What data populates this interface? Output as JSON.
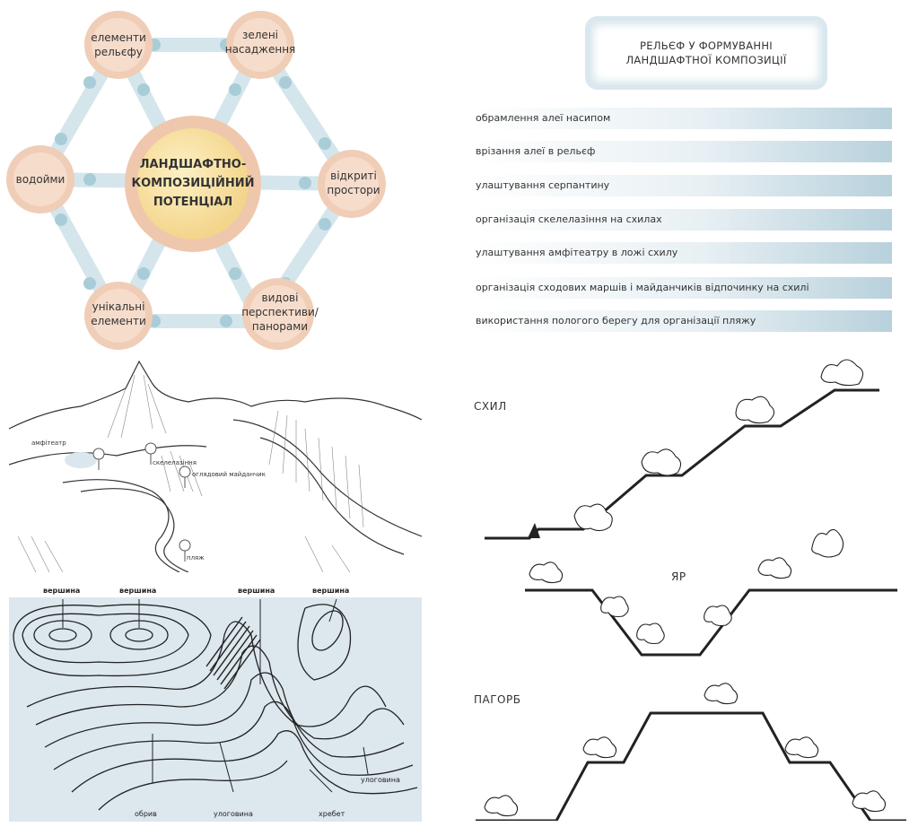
{
  "hexagon": {
    "center": [
      "ЛАНДШАФТНО-",
      "КОМПОЗИЦІЙНИЙ",
      "ПОТЕНЦІАЛ"
    ],
    "nodes": [
      {
        "id": "relief",
        "lines": [
          "елементи",
          "рельєфу"
        ]
      },
      {
        "id": "green",
        "lines": [
          "зелені",
          "насадження"
        ]
      },
      {
        "id": "water",
        "lines": [
          "водойми"
        ]
      },
      {
        "id": "open",
        "lines": [
          "відкриті",
          "простори"
        ]
      },
      {
        "id": "unique",
        "lines": [
          "унікальні",
          "елементи"
        ]
      },
      {
        "id": "views",
        "lines": [
          "видові",
          "перспективи/",
          "панорами"
        ]
      }
    ]
  },
  "title": {
    "line1": "РЕЛЬЄФ У ФОРМУВАННІ",
    "line2": "ЛАНДШАФТНОЇ КОМПОЗИЦІЇ"
  },
  "list": [
    "обрамлення алеї насипом",
    "врізання алеї в рельєф",
    "улаштування серпантину",
    "організація скелелазіння на схилах",
    "улаштування амфітеатру в ложі схилу",
    "організація сходових маршів і майданчиків відпочинку на схилі",
    "використання пологого берегу для організації пляжу"
  ],
  "landscape_labels": {
    "amphitheatre": "амфітеатр",
    "climbing": "скелелазіння",
    "viewpoint": "оглядовий майданчик",
    "beach": "пляж"
  },
  "contour_labels": {
    "peak1": "вершина",
    "peak2": "вершина",
    "peak3": "вершина",
    "peak4": "вершина",
    "cliff": "обрив",
    "hollow1": "улоговина",
    "hollow2": "улоговина",
    "ridge": "хребет"
  },
  "profiles": {
    "slope": "СХИЛ",
    "ravine": "ЯР",
    "hill": "ПАГОРБ"
  },
  "colors": {
    "node_fill": "#f1cdb6",
    "center_fill": "#fde6a8",
    "connector": "#cfe3ea",
    "map_bg": "#dde7ee",
    "list_grad": "#b8d1dc"
  }
}
